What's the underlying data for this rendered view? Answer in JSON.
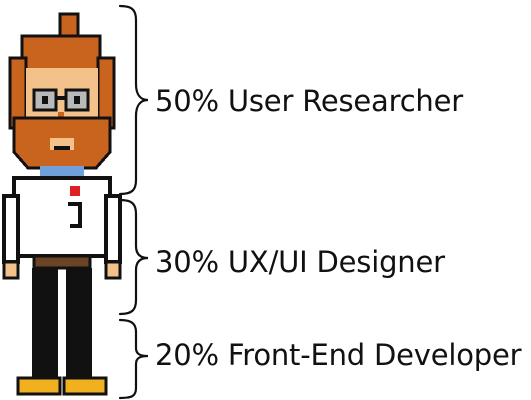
{
  "roles": [
    {
      "percent": 50,
      "label": "50% User Researcher"
    },
    {
      "percent": 30,
      "label": "30% UX/UI Designer"
    },
    {
      "percent": 20,
      "label": "20% Front-End Developer"
    }
  ],
  "colors": {
    "hair": "#c8641e",
    "skin": "#f2c28a",
    "beard": "#c8641e",
    "glasses": "#8a8a8a",
    "shirt": "#ffffff",
    "collar": "#6fa0d8",
    "accent_red": "#e02020",
    "belt": "#6a4424",
    "pants": "#111111",
    "shoes": "#f0b020",
    "outline": "#111111"
  },
  "icons": [
    "pixel-character-illustration",
    "curly-brace"
  ]
}
